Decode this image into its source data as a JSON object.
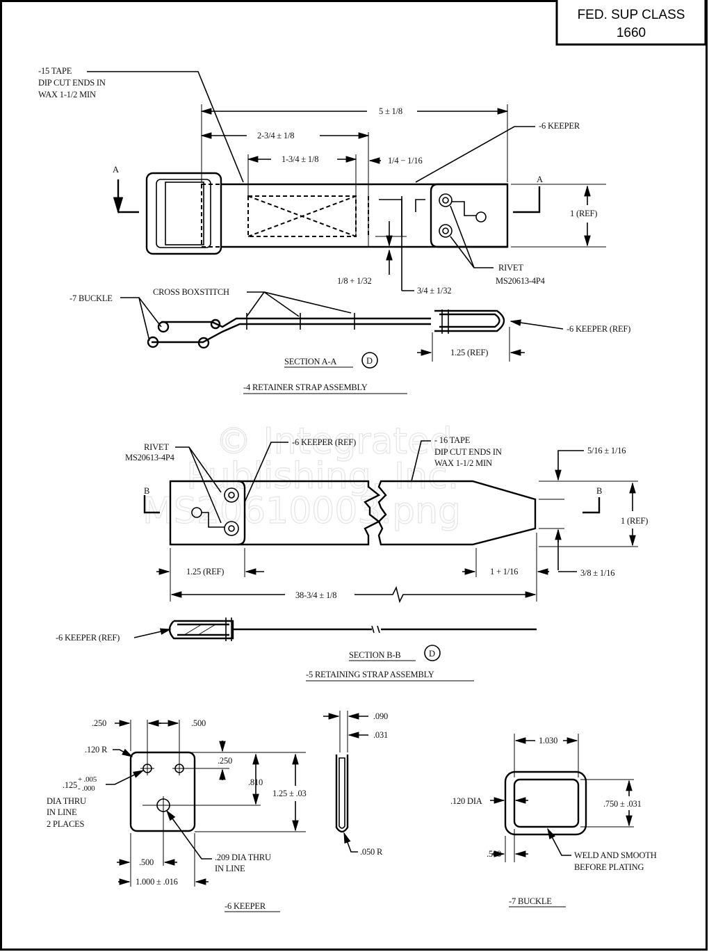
{
  "title_box": {
    "line1": "FED. SUP CLASS",
    "line2": "1660"
  },
  "watermark": {
    "line1": "© Integrated",
    "line2": "Publishing, Inc.",
    "line3": "MS20610003.png"
  },
  "retainer_strap": {
    "tape_note": [
      "-15 TAPE",
      "DIP CUT ENDS IN",
      "WAX 1-1/2 MIN"
    ],
    "dim_overall": "5 ± 1/8",
    "dim_2_3_4": "2-3/4 ± 1/8",
    "dim_1_3_4": "1-3/4 ± 1/8",
    "dim_1_4": "1/4 − 1/16",
    "keeper_label": "-6 KEEPER",
    "section_mark": "A",
    "dim_width": "1 (REF)",
    "rivet_note": [
      "RIVET",
      "MS20613-4P4"
    ],
    "dim_1_8": "1/8 + 1/32",
    "dim_3_4": "3/4 ± 1/32",
    "buckle_label": "-7 BUCKLE",
    "stitch_label": "CROSS BOXSTITCH",
    "keeper_ref": "-6 KEEPER (REF)",
    "dim_keeper": "1.25 (REF)",
    "section_title": "SECTION A-A",
    "detail_letter": "D",
    "assembly_title": "-4 RETAINER STRAP ASSEMBLY"
  },
  "retaining_strap": {
    "rivet_note": [
      "RIVET",
      "MS20613-4P4"
    ],
    "keeper_ref": "-6 KEEPER (REF)",
    "tape_note": [
      "- 16 TAPE",
      "DIP CUT ENDS IN",
      "WAX 1-1/2 MIN"
    ],
    "dim_5_16": "5/16 ± 1/16",
    "section_mark": "B",
    "dim_width": "1 (REF)",
    "dim_keeper": "1.25 (REF)",
    "dim_taper": "1 + 1/16",
    "dim_3_8": "3/8 ± 1/16",
    "dim_overall": "38-3/4 ± 1/8",
    "keeper_ref_side": "-6 KEEPER (REF)",
    "section_title": "SECTION B-B",
    "detail_letter": "D",
    "assembly_title": "-5 RETAINING STRAP ASSEMBLY"
  },
  "keeper": {
    "dim_250_a": ".250",
    "dim_500_a": ".500",
    "dim_120r": ".120 R",
    "dim_250_b": ".250",
    "dim_810": ".810",
    "dim_125": "1.25 ± .03",
    "hole_dim": ".125",
    "hole_tol_plus": "+ .005",
    "hole_tol_minus": "- .000",
    "hole_note": [
      "DIA THRU",
      "IN LINE",
      "2 PLACES"
    ],
    "hole_209": [
      ".209 DIA THRU",
      "IN LINE"
    ],
    "dim_500_b": ".500",
    "dim_1000": "1.000 ± .016",
    "dim_090": ".090",
    "dim_031": ".031",
    "dim_050r": ".050 R",
    "title": "-6 KEEPER"
  },
  "buckle": {
    "dim_1030": "1.030",
    "dim_120dia": ".120 DIA",
    "dim_750": ".750 ± .031",
    "dim_500": ".500",
    "weld_note": [
      "WELD AND SMOOTH",
      "BEFORE PLATING"
    ],
    "title": "-7 BUCKLE"
  }
}
